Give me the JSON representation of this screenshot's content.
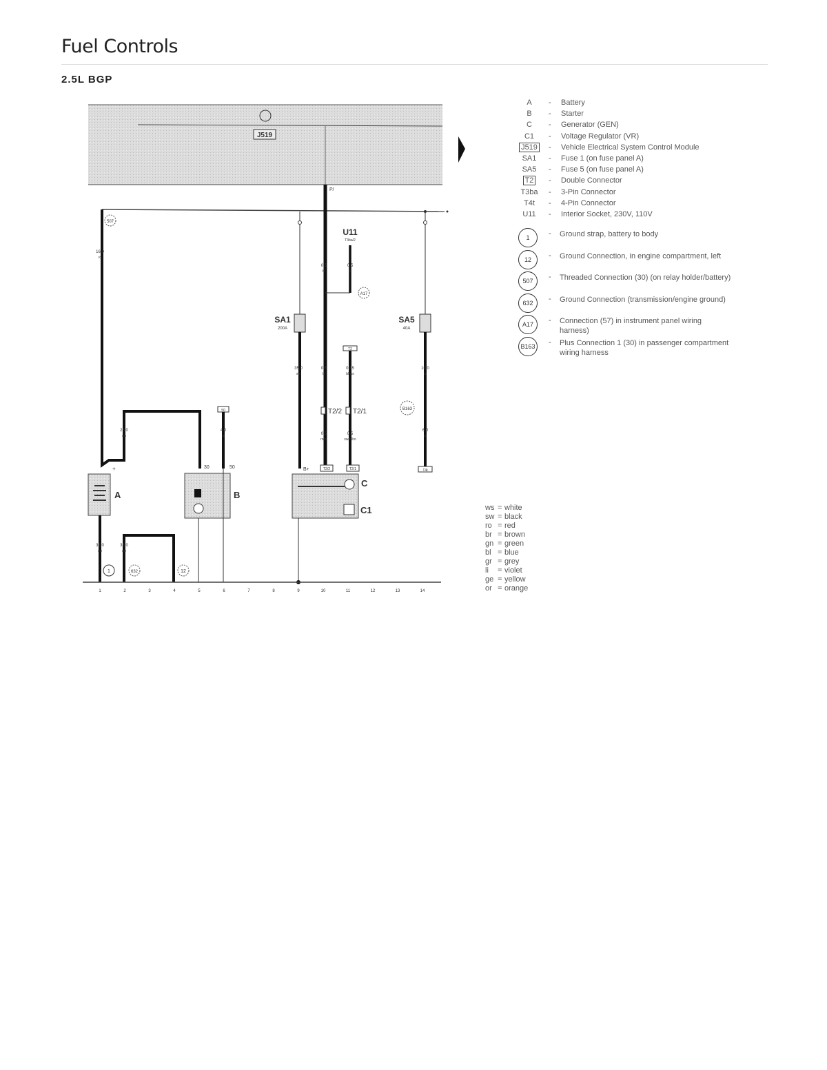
{
  "page": {
    "title": "Fuel Controls",
    "subtitle": "2.5L  BGP"
  },
  "diagram": {
    "module_label": "J519",
    "terminal_p": "P/",
    "u11": {
      "label": "U11",
      "sub": "T3ba/2"
    },
    "fuse1": {
      "label": "SA1",
      "rating": "200A"
    },
    "fuse5": {
      "label": "SA5",
      "rating": "40A"
    },
    "components": {
      "a": "A",
      "b": "B",
      "c": "C",
      "c1": "C1"
    },
    "terminals": {
      "plus": "+",
      "t30": "30",
      "t50": "50",
      "bplus": "B+",
      "box50": "50",
      "box_t2": "T2",
      "box_t4": "T4t",
      "c_box1": "T2/2",
      "c_box2": "T2/1"
    },
    "connectors": {
      "left": "T2/2",
      "right": "T2/1"
    },
    "wires": [
      {
        "size": "16,0",
        "color": "ro"
      },
      {
        "size": "25,0",
        "color": "sw"
      },
      {
        "size": "4,0",
        "color": "ro"
      },
      {
        "size": "35,0",
        "color": "sw"
      },
      {
        "size": "0,5",
        "color": "bl"
      },
      {
        "size": "0,5",
        "color": "bl"
      },
      {
        "size": "0,5",
        "color": "bl"
      },
      {
        "size": "0,35",
        "color": "bl/ws"
      },
      {
        "size": "0,5",
        "color": "ro/bl"
      },
      {
        "size": "0,5",
        "color": "sw/bl/ro"
      },
      {
        "size": "10,0",
        "color": "ro"
      },
      {
        "size": "6,0",
        "color": "ro"
      },
      {
        "size": "35,0",
        "color": "sw"
      },
      {
        "size": "35,0",
        "color": "sw"
      }
    ],
    "grounds": {
      "g1": "1",
      "g632": "632",
      "g12": "12",
      "c507": "507",
      "a17": "A17",
      "b163": "B163"
    },
    "positions": [
      "1",
      "2",
      "3",
      "4",
      "5",
      "6",
      "7",
      "8",
      "9",
      "10",
      "11",
      "12",
      "13",
      "14"
    ]
  },
  "legend": [
    {
      "code": "A",
      "desc": "Battery"
    },
    {
      "code": "B",
      "desc": "Starter"
    },
    {
      "code": "C",
      "desc": "Generator (GEN)"
    },
    {
      "code": "C1",
      "desc": "Voltage Regulator (VR)"
    },
    {
      "code": "J519",
      "desc": "Vehicle Electrical System Control Module"
    },
    {
      "code": "SA1",
      "desc": "Fuse 1 (on fuse panel A)"
    },
    {
      "code": "SA5",
      "desc": "Fuse 5 (on fuse panel A)"
    },
    {
      "code": "T2",
      "desc": "Double Connector"
    },
    {
      "code": "T3ba",
      "desc": "3-Pin Connector"
    },
    {
      "code": "T4t",
      "desc": "4-Pin Connector"
    },
    {
      "code": "U11",
      "desc": "Interior Socket, 230V, 110V"
    }
  ],
  "ground_legend": [
    {
      "code": "1",
      "desc": "Ground strap, battery to body"
    },
    {
      "code": "12",
      "desc": "Ground Connection, in engine compartment, left"
    },
    {
      "code": "507",
      "desc": "Threaded Connection (30) (on relay holder/battery)"
    },
    {
      "code": "632",
      "desc": "Ground Connection (transmission/engine ground)"
    },
    {
      "code": "A17",
      "desc": "Connection (57) in instrument panel wiring harness)"
    },
    {
      "code": "B163",
      "desc": "Plus Connection 1 (30) in passenger compartment wiring harness"
    }
  ],
  "color_codes": [
    {
      "abbr": "ws",
      "name": "white"
    },
    {
      "abbr": "sw",
      "name": "black"
    },
    {
      "abbr": "ro",
      "name": "red"
    },
    {
      "abbr": "br",
      "name": "brown"
    },
    {
      "abbr": "gn",
      "name": "green"
    },
    {
      "abbr": "bl",
      "name": "blue"
    },
    {
      "abbr": "gr",
      "name": "grey"
    },
    {
      "abbr": "li",
      "name": "violet"
    },
    {
      "abbr": "ge",
      "name": "yellow"
    },
    {
      "abbr": "or",
      "name": "orange"
    }
  ]
}
